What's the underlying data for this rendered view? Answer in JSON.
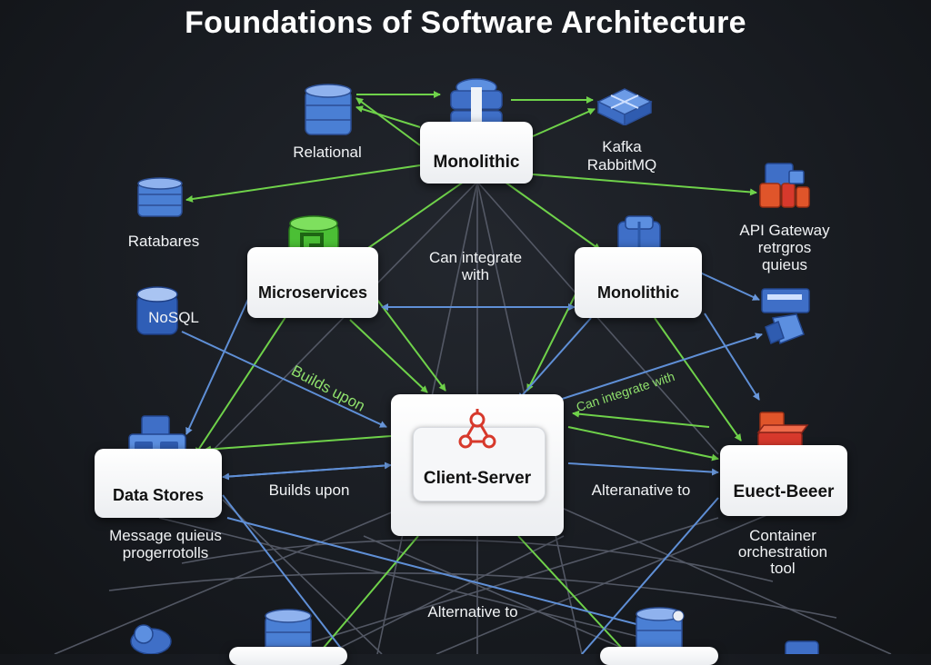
{
  "title": "Foundations of Software Architecture",
  "nodes": {
    "monolithic_top": "Monolithic",
    "microservices": "Microservices",
    "monolithic_right": "Monolithic",
    "client_server": "Client-Server",
    "data_stores": "Data Stores",
    "event_peer": "Euect-Beeer"
  },
  "labels": {
    "relational": "Relational",
    "kafka": "Kafka",
    "rabbitmq": "RabbitMQ",
    "ratabares": "Ratabares",
    "nosql": "NoSQL",
    "api_gateway": "API Gateway",
    "retrogros": "retrgros",
    "quieus": "quieus",
    "can_integrate_1": "Can integrate",
    "can_integrate_2": "with",
    "builds_upon_diag": "Builds upon",
    "can_integrate_diag": "Can integrate with",
    "builds_upon": "Builds upon",
    "alternative_to_right": "Alteranative to",
    "message_queues_1": "Message quieus",
    "message_queues_2": "progerrotolls",
    "container_1": "Container",
    "container_2": "orchestration",
    "container_3": "tool",
    "alternative_to_bottom": "Alternative to"
  },
  "colors": {
    "background": "#16191e",
    "green_arrow": "#6fd24a",
    "blue_arrow": "#5f8fd6",
    "gray_arrow": "#8a8f98",
    "icon_blue": "#3f6fc7",
    "icon_green": "#4bbf35",
    "icon_red": "#d7392c"
  }
}
